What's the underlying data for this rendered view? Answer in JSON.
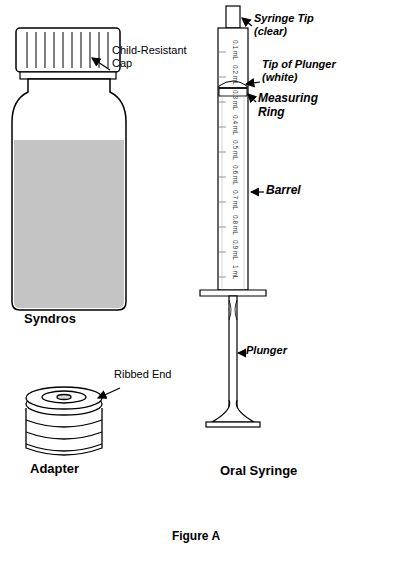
{
  "diagram": {
    "caption": "Figure A",
    "labels": [
      "Child-Resistant Cap",
      "Syndros",
      "Ribbed End",
      "Adapter",
      "Syringe Tip (clear)",
      "Tip of Plunger (white)",
      "Measuring Ring",
      "Barrel",
      "Plunger",
      "Oral Syringe",
      "0.1 mL",
      "0.2 mL",
      "0.3 mL",
      "0.4 mL",
      "0.5 mL",
      "0.6 mL",
      "0.7 mL",
      "0.8 mL",
      "0.9 mL",
      "1 mL"
    ]
  }
}
